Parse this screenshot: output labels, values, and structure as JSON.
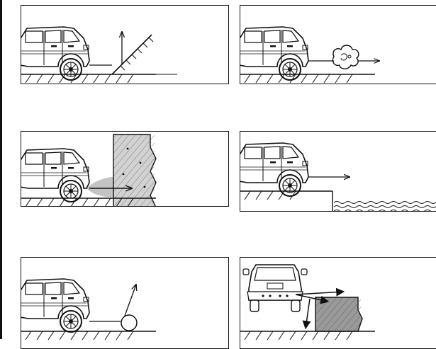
{
  "panels": [
    {
      "id": "ramp",
      "scenario": "car-near-ramp-slope",
      "icons": [
        "suv-side-view",
        "ramp-slope-icon",
        "up-arrow-icon"
      ]
    },
    {
      "id": "smoke",
      "scenario": "car-exhaust-smoke",
      "icons": [
        "suv-side-view",
        "smoke-cloud-icon",
        "right-arrow-icon"
      ]
    },
    {
      "id": "wall",
      "scenario": "car-sensor-wall",
      "icons": [
        "suv-side-view",
        "sensor-beam-icon",
        "wall-block-icon",
        "right-arrow-icon"
      ]
    },
    {
      "id": "water",
      "scenario": "car-ledge-water",
      "icons": [
        "suv-side-view",
        "ledge-icon",
        "water-waves-icon",
        "right-arrow-icon"
      ]
    },
    {
      "id": "ball",
      "scenario": "car-ball-obstacle",
      "icons": [
        "suv-side-view",
        "ball-icon",
        "diagonal-arrow-icon"
      ]
    },
    {
      "id": "rear-block",
      "scenario": "car-rear-sensors-block",
      "icons": [
        "suv-rear-view",
        "hatched-block-icon",
        "sensor-arrows-icon"
      ]
    }
  ],
  "colors": {
    "stroke": "#111111",
    "wall_fill": "#d2d2d2",
    "beam_fill": "#c4c4c4",
    "block_fill": "#9a9a9a"
  }
}
